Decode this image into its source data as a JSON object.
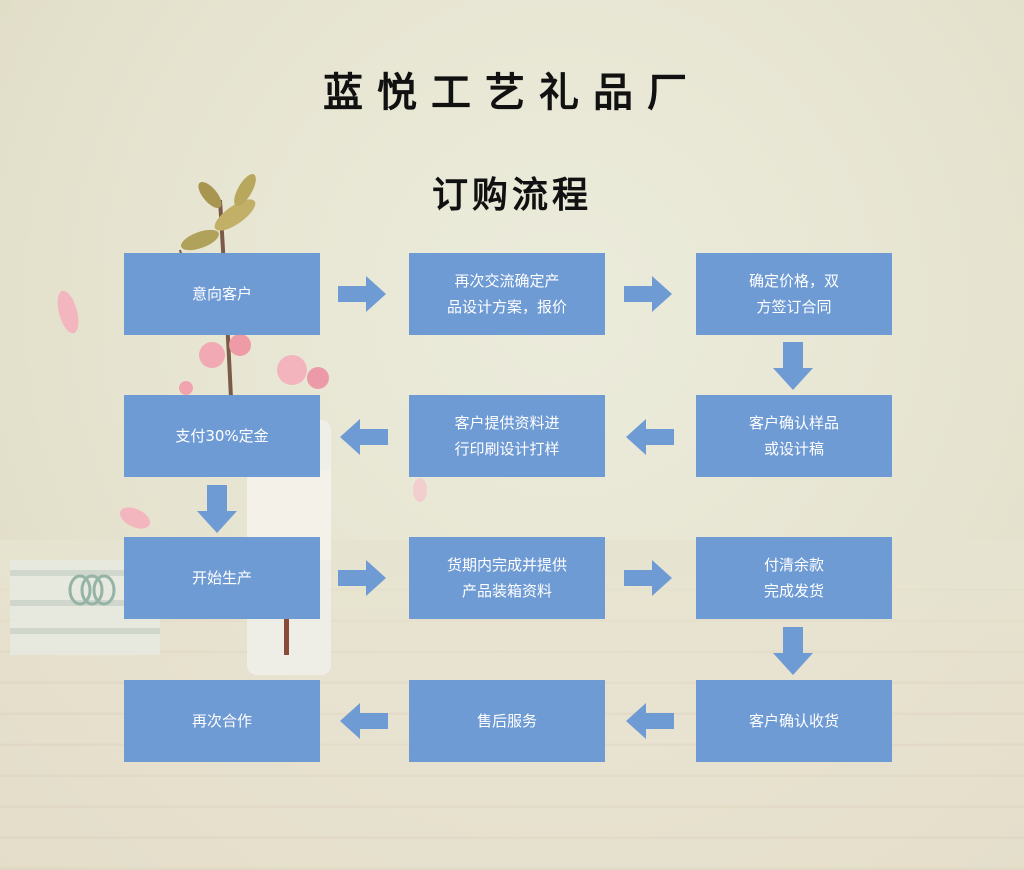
{
  "company_name": "蓝悦工艺礼品厂",
  "flow_title": "订购流程",
  "steps": [
    {
      "id": "s1",
      "label": "意向客户"
    },
    {
      "id": "s2",
      "label": "再次交流确定产\n品设计方案，报价"
    },
    {
      "id": "s3",
      "label": "确定价格，双\n方签订合同"
    },
    {
      "id": "s4",
      "label": "客户确认样品\n或设计稿"
    },
    {
      "id": "s5",
      "label": "客户提供资料进\n行印刷设计打样"
    },
    {
      "id": "s6",
      "label": "支付30%定金"
    },
    {
      "id": "s7",
      "label": "开始生产"
    },
    {
      "id": "s8",
      "label": "货期内完成并提供\n产品装箱资料"
    },
    {
      "id": "s9",
      "label": "付清余款\n完成发货"
    },
    {
      "id": "s10",
      "label": "客户确认收货"
    },
    {
      "id": "s11",
      "label": "售后服务"
    },
    {
      "id": "s12",
      "label": "再次合作"
    }
  ],
  "edges": [
    {
      "from": "s1",
      "to": "s2"
    },
    {
      "from": "s2",
      "to": "s3"
    },
    {
      "from": "s3",
      "to": "s4"
    },
    {
      "from": "s4",
      "to": "s5"
    },
    {
      "from": "s5",
      "to": "s6"
    },
    {
      "from": "s6",
      "to": "s7"
    },
    {
      "from": "s7",
      "to": "s8"
    },
    {
      "from": "s8",
      "to": "s9"
    },
    {
      "from": "s9",
      "to": "s10"
    },
    {
      "from": "s10",
      "to": "s11"
    },
    {
      "from": "s11",
      "to": "s12"
    }
  ],
  "colors": {
    "box": "#6f9bd4",
    "arrow": "#6f9bd4",
    "box_text": "#ffffff"
  }
}
